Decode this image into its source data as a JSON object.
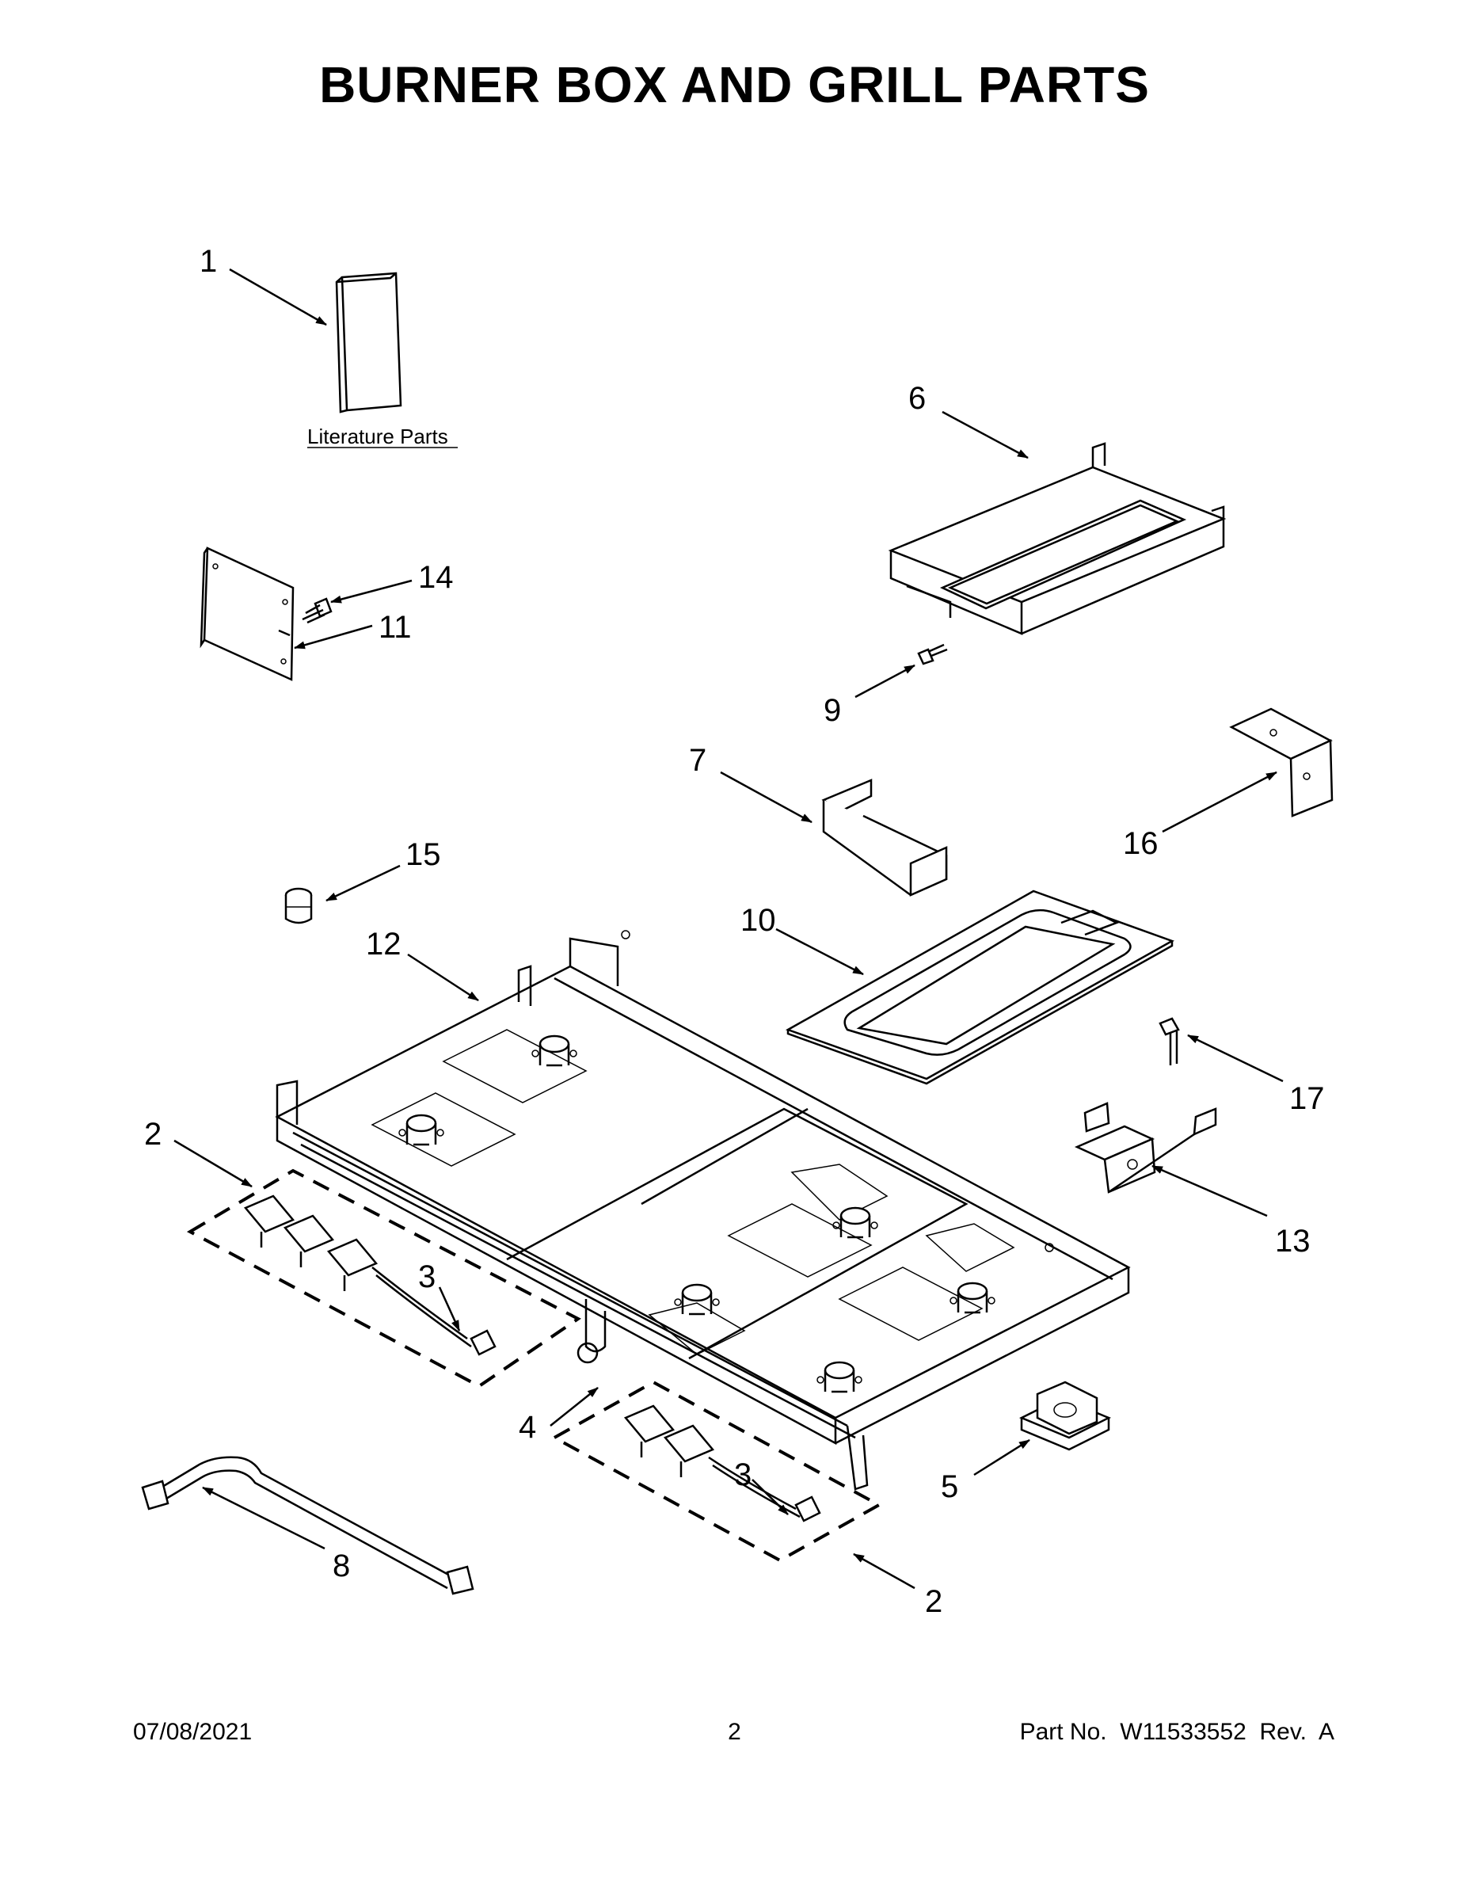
{
  "title": "BURNER BOX AND GRILL PARTS",
  "literature_label": "Literature Parts",
  "callouts": {
    "c1": "1",
    "c2a": "2",
    "c2b": "2",
    "c3a": "3",
    "c3b": "3",
    "c4": "4",
    "c5": "5",
    "c6": "6",
    "c7": "7",
    "c8": "8",
    "c9": "9",
    "c10": "10",
    "c11": "11",
    "c12": "12",
    "c13": "13",
    "c14": "14",
    "c15": "15",
    "c16": "16",
    "c17": "17"
  },
  "footer": {
    "date": "07/08/2021",
    "page": "2",
    "part": "Part No.  W11533552  Rev.  A"
  }
}
